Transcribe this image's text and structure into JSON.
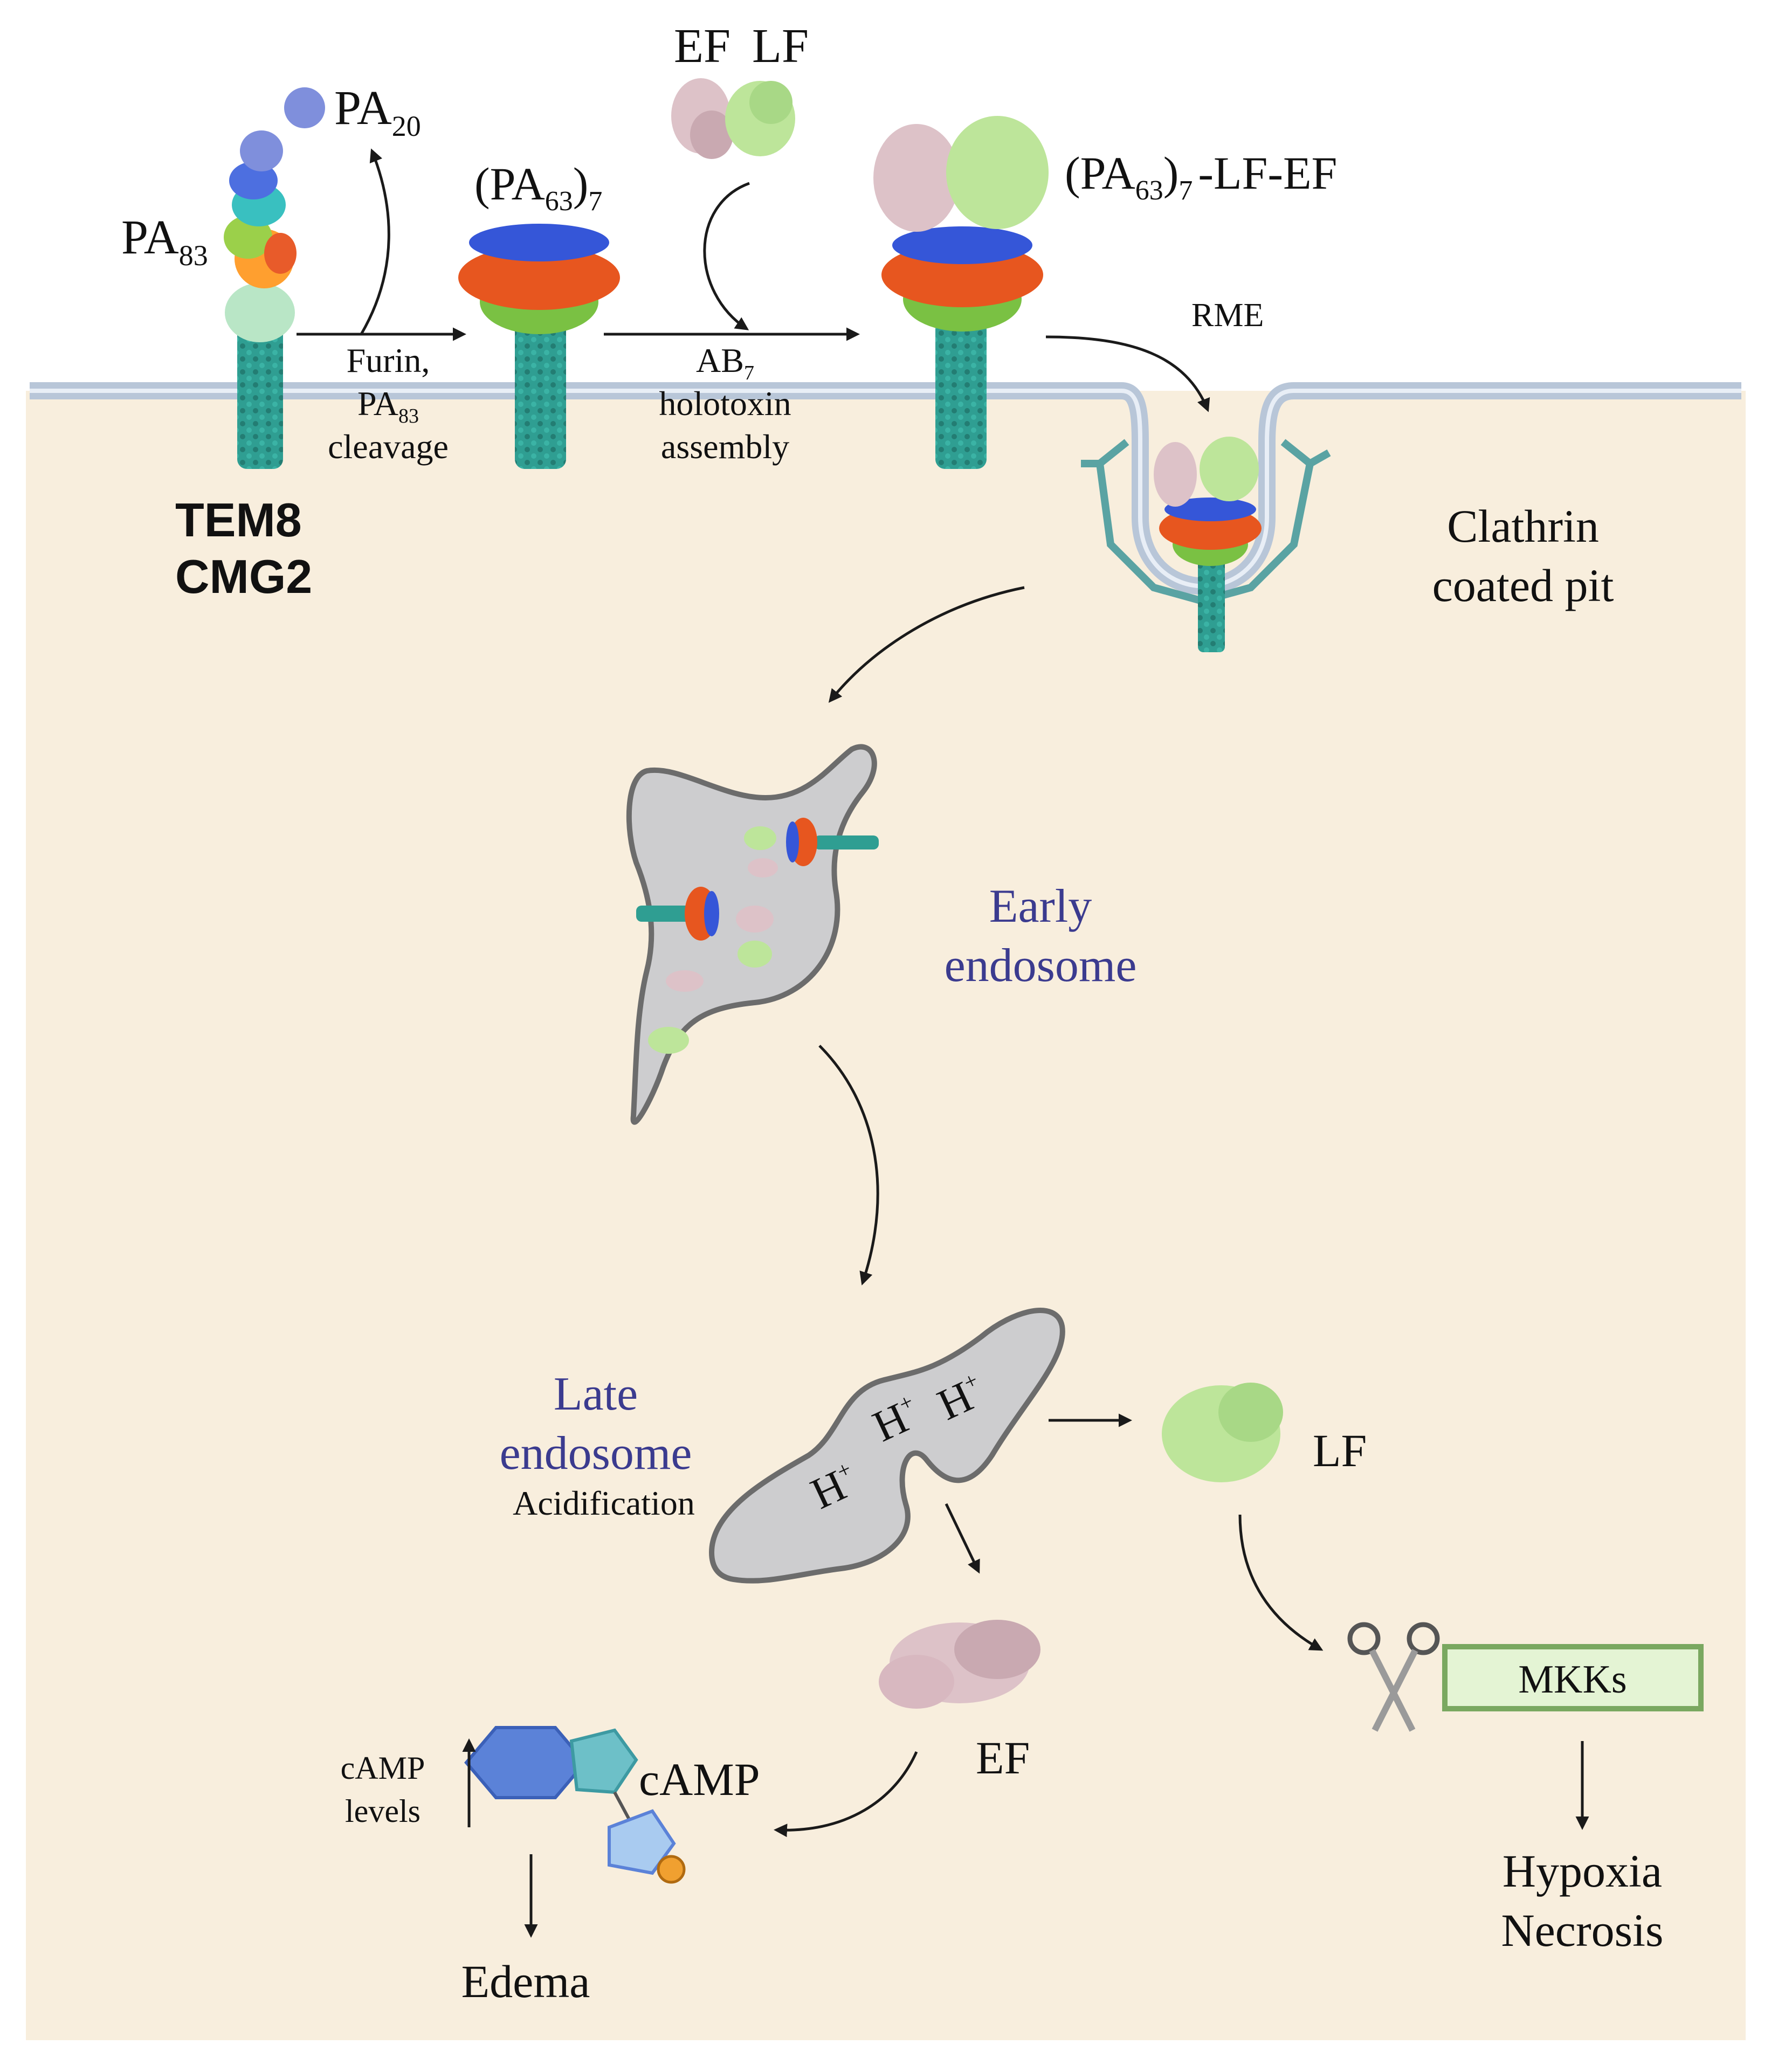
{
  "labels": {
    "ef_top": "EF",
    "lf_top": "LF",
    "pa20": "PA",
    "pa20_sub": "20",
    "pa83": "PA",
    "pa83_sub": "83",
    "pa63_7_open": "(PA",
    "pa63_7_sub": "63",
    "pa63_7_close": ")",
    "pa63_7_sub2": "7",
    "complex_open": "(PA",
    "complex_sub": "63",
    "complex_close": ")",
    "complex_sub2": "7",
    "complex_suffix": "-LF-EF",
    "rme": "RME",
    "furin_line1": "Furin,",
    "furin_pa": "PA",
    "furin_pa_sub": "83",
    "furin_line3": "cleavage",
    "ab7": "AB",
    "ab7_sub": "7",
    "holotoxin": "holotoxin",
    "assembly": "assembly",
    "tem8": "TEM8",
    "cmg2": "CMG2",
    "clathrin1": "Clathrin",
    "clathrin2": "coated pit",
    "early1": "Early",
    "early2": "endosome",
    "late1": "Late",
    "late2": "endosome",
    "acidification": "Acidification",
    "h_plus_1": "H",
    "h_plus_2": "H",
    "h_plus_3": "H",
    "plus": "+",
    "lf_mid": "LF",
    "ef_mid": "EF",
    "mkks": "MKKs",
    "hypoxia": "Hypoxia",
    "necrosis": "Necrosis",
    "camp": "cAMP",
    "camp_levels1": "cAMP",
    "camp_levels2": "levels",
    "edema": "Edema"
  },
  "colors": {
    "cytoplasm": "#f8eedd",
    "membrane": "#b8c6d8",
    "endosome_fill": "#cdcdcf",
    "endosome_stroke": "#6c6c6c",
    "label_blue": "#3b3b8f",
    "mkk_box_stroke": "#7aa860",
    "mkk_box_fill": "#e4f4d4",
    "stalk": "#2a9d91",
    "lf_protein": "#bde59a",
    "ef_protein": "#ddc2c8"
  },
  "icons": [
    "scissors-icon",
    "camp-molecule-icon",
    "arrow-icon"
  ]
}
